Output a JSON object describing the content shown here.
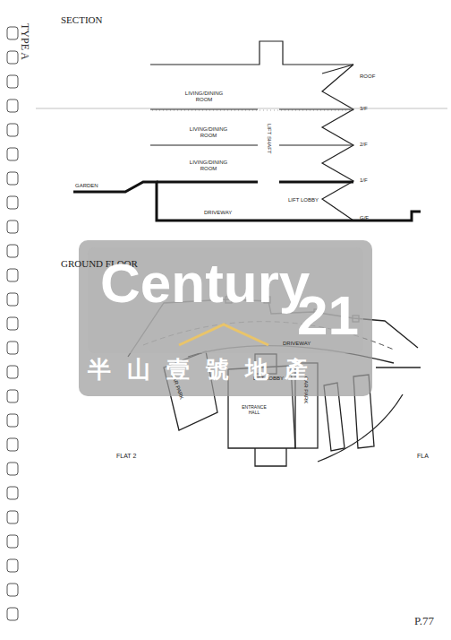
{
  "diagram": {
    "labels": [
      "TYPE A",
      "SECTION",
      "ROOF",
      "LIVING/DINING ROOM",
      "LIVING/DINING ROOM",
      "LIVING/DINING ROOM",
      "3/F",
      "2/F",
      "1/F",
      "LIFT SHAFT",
      "LIFT LOBBY",
      "GARDEN",
      "DRIVEWAY",
      "G/F",
      "GROUND FLOOR",
      "DRIVEWAY",
      "CAR PARK",
      "LIFT LOBBY",
      "CAR PARK",
      "ENTRANCE HALL",
      "FLAT 2",
      "FLA",
      "P.77",
      "Century",
      "21",
      "半山壹號地產"
    ]
  }
}
